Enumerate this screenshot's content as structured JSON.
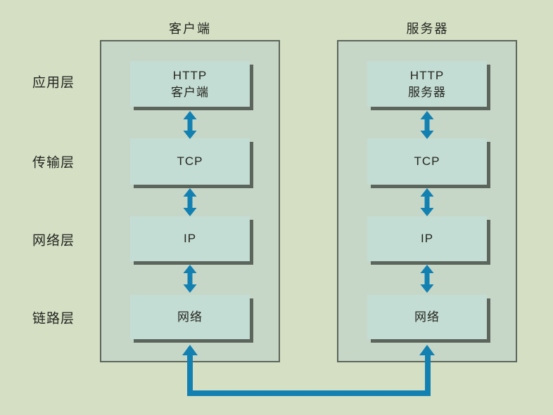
{
  "colors": {
    "bg": "#d5dfc4",
    "panel-fill": "#c6d7c7",
    "panel-border": "#5c655c",
    "box-fill": "#c4ddd4",
    "box-shadow": "#5c655c",
    "arrow": "#1380b2",
    "text": "#22251f"
  },
  "layers": [
    "应用层",
    "传输层",
    "网络层",
    "链路层"
  ],
  "columns": [
    {
      "title": "客户端",
      "boxes": [
        "HTTP\n客户端",
        "TCP",
        "IP",
        "网络"
      ]
    },
    {
      "title": "服务器",
      "boxes": [
        "HTTP\n服务器",
        "TCP",
        "IP",
        "网络"
      ]
    }
  ]
}
